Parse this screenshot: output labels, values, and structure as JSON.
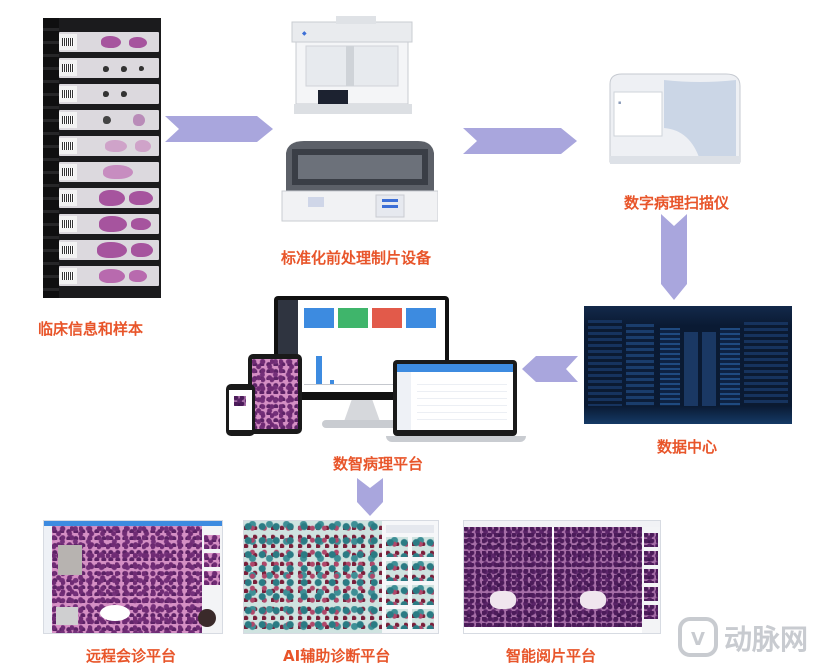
{
  "labels": {
    "clinical": "临床信息和样本",
    "prep_equipment": "标准化前处理制片设备",
    "scanner": "数字病理扫描仪",
    "datacenter": "数据中心",
    "platform": "数智病理平台",
    "remote": "远程会诊平台",
    "ai": "AI辅助诊断平台",
    "reading": "智能阅片平台"
  },
  "watermark": {
    "text": "动脉网"
  },
  "colors": {
    "label": "#e8552a",
    "arrow": "#a9a6dd",
    "watermark": "#c8cbd0"
  }
}
